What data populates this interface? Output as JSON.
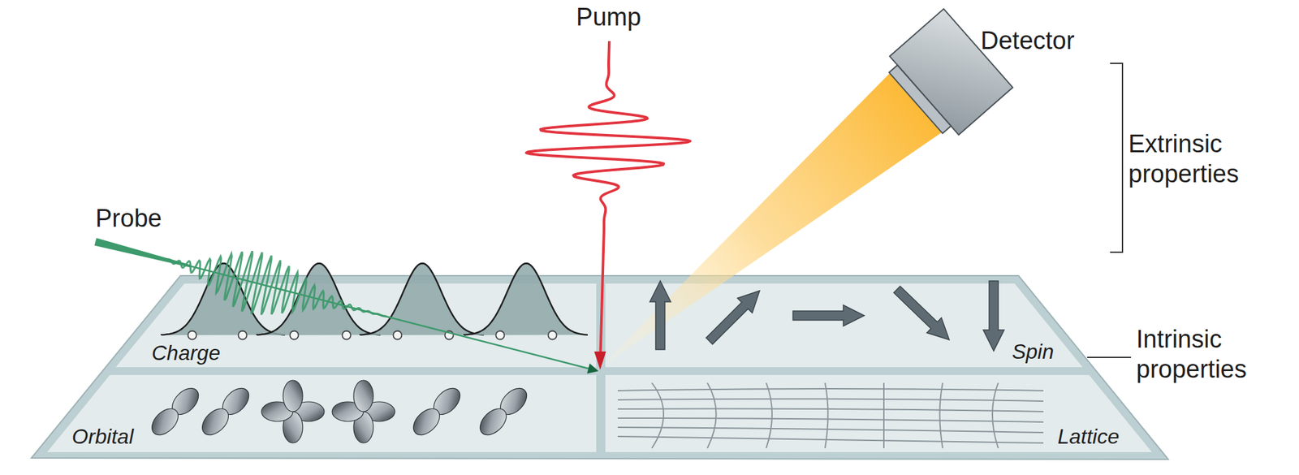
{
  "diagram": {
    "nodes": [
      {
        "text": [
          "Charge"
        ]
      },
      {
        "text": [
          "Spin"
        ]
      },
      {
        "text": [
          "Orbital"
        ]
      },
      {
        "text": [
          "Lattice"
        ]
      }
    ],
    "labels": [
      "Pump",
      "Detector",
      "Probe",
      "Extrinsic properties",
      "Intrinsic properties"
    ]
  }
}
